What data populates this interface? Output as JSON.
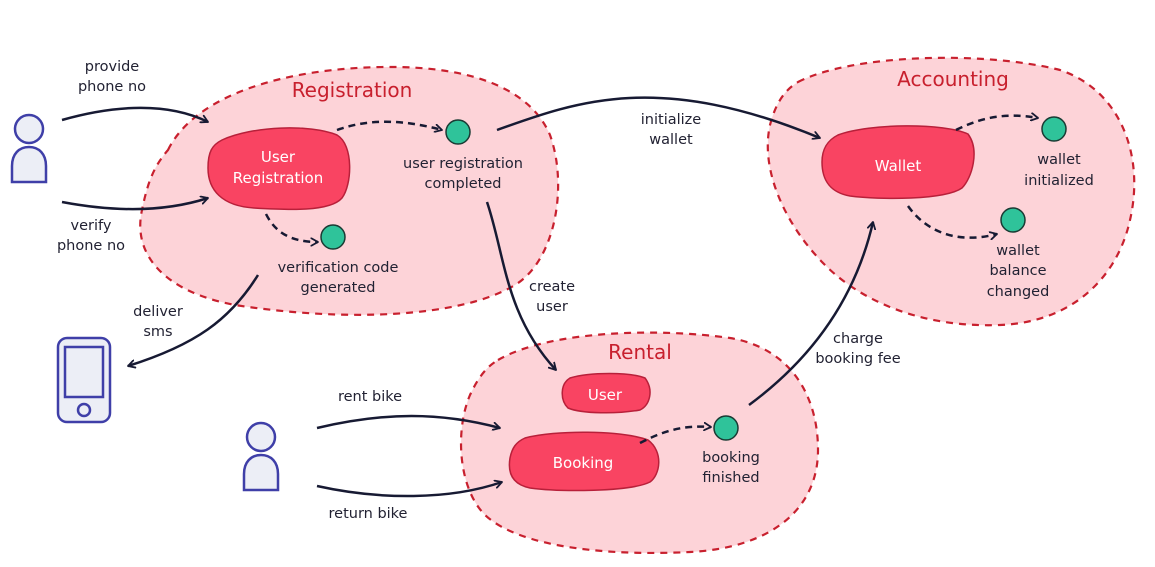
{
  "contexts": {
    "registration": "Registration",
    "accounting": "Accounting",
    "rental": "Rental"
  },
  "aggregates": {
    "user_registration": [
      "User",
      "Registration"
    ],
    "wallet": "Wallet",
    "user": "User",
    "booking": "Booking"
  },
  "events": {
    "user_registration_completed": [
      "user registration",
      "completed"
    ],
    "verification_code_generated": [
      "verification code",
      "generated"
    ],
    "wallet_initialized": [
      "wallet",
      "initialized"
    ],
    "wallet_balance_changed": [
      "wallet",
      "balance",
      "changed"
    ],
    "booking_finished": [
      "booking",
      "finished"
    ]
  },
  "commands": {
    "provide_phone_no": [
      "provide",
      "phone no"
    ],
    "verify_phone_no": [
      "verify",
      "phone no"
    ],
    "deliver_sms": [
      "deliver",
      "sms"
    ],
    "initialize_wallet": [
      "initialize",
      "wallet"
    ],
    "create_user": [
      "create",
      "user"
    ],
    "charge_booking_fee": [
      "charge",
      "booking fee"
    ],
    "rent_bike": "rent bike",
    "return_bike": "return bike"
  },
  "colors": {
    "context_fill": "#fdd3d8",
    "context_stroke": "#c8202e",
    "aggregate_fill": "#f94462",
    "event_fill": "#2fc39a",
    "actor_stroke": "#3f3fa8",
    "arrow": "#171a33"
  },
  "icons": [
    "user-actor-icon",
    "phone-icon"
  ]
}
